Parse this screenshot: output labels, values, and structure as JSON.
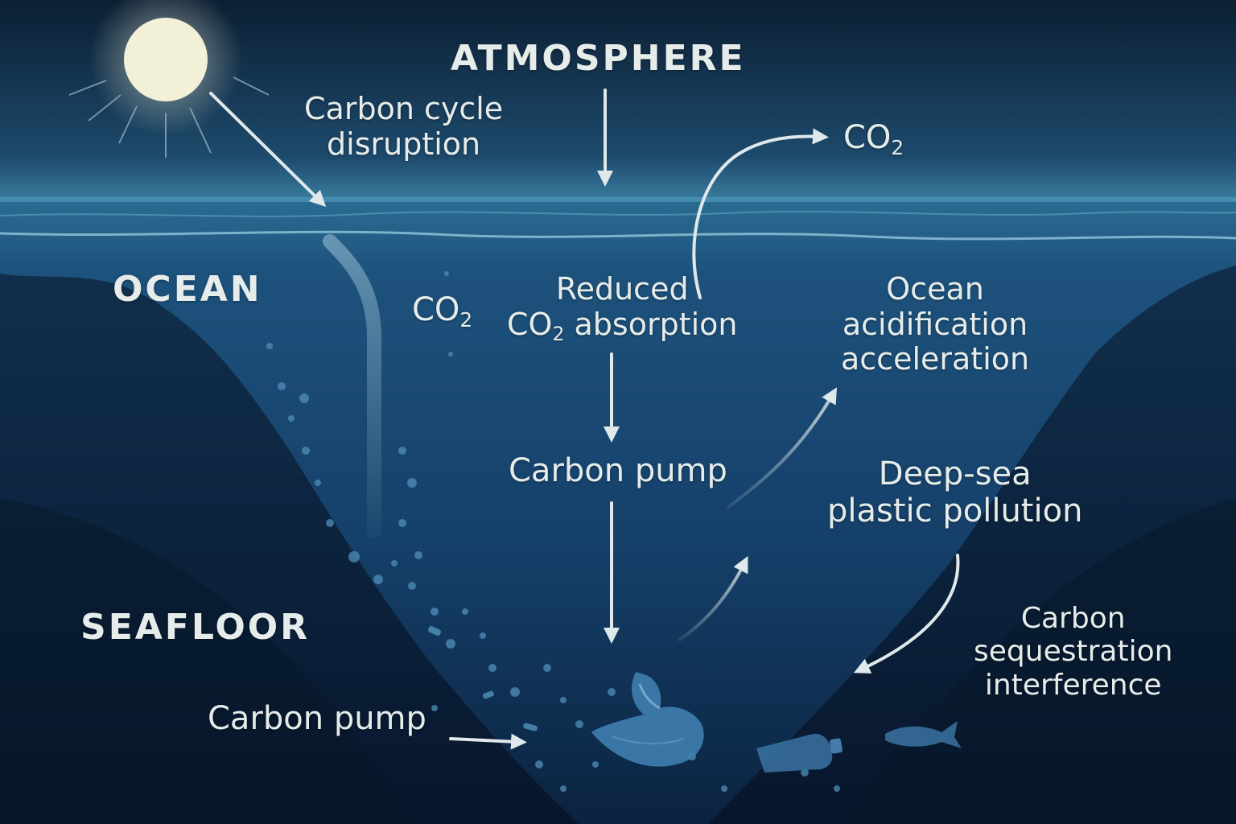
{
  "zones": {
    "atmosphere": "ATMOSPHERE",
    "ocean": "OCEAN",
    "seafloor": "SEAFLOOR"
  },
  "labels": {
    "carbon_cycle_disruption": [
      "Carbon cycle",
      "disruption"
    ],
    "co2_air": {
      "base": "CO",
      "sub": "2"
    },
    "co2_water": {
      "base": "CO",
      "sub": "2"
    },
    "reduced_absorption": {
      "line1": "Reduced",
      "line2_base": "CO",
      "line2_sub": "2",
      "line2_rest": " absorption"
    },
    "ocean_acidification": [
      "Ocean",
      "acidification",
      "acceleration"
    ],
    "carbon_pump_mid": "Carbon pump",
    "deep_sea_plastic": [
      "Deep-sea",
      "plastic pollution"
    ],
    "carbon_sequestration": [
      "Carbon",
      "sequestration",
      "interference"
    ],
    "carbon_pump_bottom": "Carbon pump"
  },
  "icons": [
    "sun-icon",
    "plastic-bag-icon",
    "plastic-bottle-icon",
    "fish-icon"
  ],
  "colors": {
    "sky_top": "#0d2237",
    "sky_horizon": "#2d6a8e",
    "ocean_mid": "#1b4d75",
    "deep": "#0a1a2e",
    "sun": "#f2f0d6",
    "text": "#e6ecea",
    "arrow": "#dfe8ea"
  }
}
